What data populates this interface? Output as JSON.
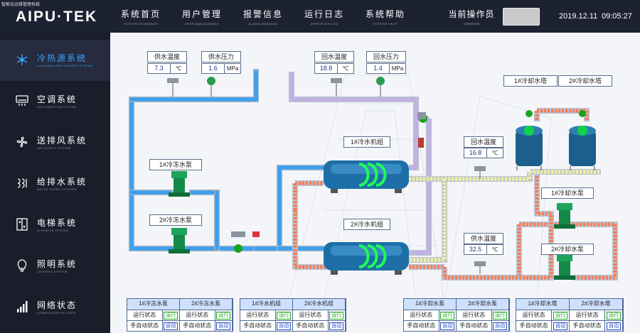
{
  "header": {
    "system_name": "智能化运维管理系统",
    "logo": "AIPU·TEK",
    "nav": [
      {
        "zh": "系统首页",
        "en": "SYSTEM HOMEPAGE"
      },
      {
        "zh": "用户管理",
        "en": "USER MANAGEMENT"
      },
      {
        "zh": "报警信息",
        "en": "ALARM MESSAGE"
      },
      {
        "zh": "运行日志",
        "en": "OPERATION LOG"
      },
      {
        "zh": "系统帮助",
        "en": "SYSTEM HELP"
      }
    ],
    "operator_label_zh": "当前操作员",
    "operator_label_en": "OPERATOR",
    "date": "2019.12.11",
    "time": "09:05:27"
  },
  "sidebar": {
    "items": [
      {
        "zh": "冷热源系统",
        "en": "COLD AND HEAT SOURCE SYSTEM",
        "icon": "snowflake-icon",
        "active": true
      },
      {
        "zh": "空调系统",
        "en": "AIR CONDITION SYSTEM",
        "icon": "air-conditioner-icon",
        "active": false
      },
      {
        "zh": "送排风系统",
        "en": "AIR SUPPLY SYSTEM",
        "icon": "fan-icon",
        "active": false
      },
      {
        "zh": "给排水系统",
        "en": "WATER SUPPLY SYSTEM",
        "icon": "water-icon",
        "active": false
      },
      {
        "zh": "电梯系统",
        "en": "ELEVATOR SYSTEM",
        "icon": "elevator-icon",
        "active": false
      },
      {
        "zh": "照明系统",
        "en": "LIGHTING SYSTEM",
        "icon": "bulb-icon",
        "active": false
      },
      {
        "zh": "网络状态",
        "en": "COMMUNICATION STATE",
        "icon": "network-icon",
        "active": false
      }
    ]
  },
  "diagram": {
    "supply_temp": {
      "label": "供水温度",
      "value": "7.3",
      "unit": "℃"
    },
    "supply_pressure": {
      "label": "供水压力",
      "value": "1.6",
      "unit": "MPa"
    },
    "return_temp": {
      "label": "回水温度",
      "value": "18.8",
      "unit": "℃"
    },
    "return_pressure": {
      "label": "回水压力",
      "value": "1.4",
      "unit": "MPa"
    },
    "tower1": "1#冷却水塔",
    "tower2": "2#冷却水塔",
    "return_temp_right": {
      "label": "回水温度",
      "value": "16.8",
      "unit": "℃"
    },
    "supply_temp_right": {
      "label": "供水温度",
      "value": "32.5",
      "unit": "℃"
    },
    "chiller1": "1#冷水机组",
    "chiller2": "2#冷水机组",
    "chw_pump1": "1#冷冻水泵",
    "chw_pump2": "2#冷冻水泵",
    "cw_pump1": "1#冷却水泵",
    "cw_pump2": "2#冷却水泵"
  },
  "panels": [
    {
      "headers": [
        "1#冷冻水泵",
        "2#冷冻水泵"
      ],
      "rows": [
        [
          "运行状态",
          "运行",
          "运行状态",
          "运行"
        ],
        [
          "手自动状态",
          "自动",
          "手自动状态",
          "自动"
        ]
      ]
    },
    {
      "headers": [
        "1#冷水机组",
        "2#冷水机组"
      ],
      "rows": [
        [
          "运行状态",
          "运行",
          "运行状态",
          "运行"
        ],
        [
          "手自动状态",
          "自动",
          "手自动状态",
          "自动"
        ]
      ]
    },
    {
      "headers": [
        "1#冷却水泵",
        "2#冷却水泵"
      ],
      "rows": [
        [
          "运行状态",
          "运行",
          "运行状态",
          "运行"
        ],
        [
          "手自动状态",
          "自动",
          "手自动状态",
          "自动"
        ]
      ]
    },
    {
      "headers": [
        "1#冷却水塔",
        "2#冷却水塔"
      ],
      "rows": [
        [
          "运行状态",
          "运行",
          "运行状态",
          "运行"
        ],
        [
          "手自动状态",
          "自动",
          "手自动状态",
          "自动"
        ]
      ]
    }
  ],
  "colors": {
    "chilled_supply": "#3aa0f0",
    "return_purple": "#c7a8ef",
    "cooling_orange": "#ff7a4d",
    "cooling_yellow": "#f2f2a0",
    "equipment_green": "#12a44c",
    "chiller_blue": "#1e6fa8"
  }
}
